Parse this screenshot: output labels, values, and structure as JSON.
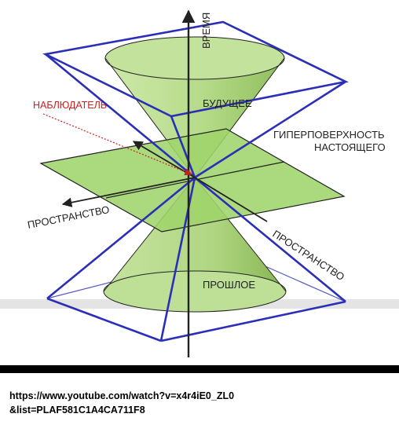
{
  "diagram": {
    "axis_label": "ВРЕМЯ",
    "labels": {
      "observer": "НАБЛЮДАТЕЛЬ",
      "future": "БУДУЩЕЕ",
      "hypersurface_line1": "ГИПЕРПОВЕРХНОСТЬ",
      "hypersurface_line2": "НАСТОЯЩЕГО",
      "space_left": "ПРОСТРАНСТВО",
      "space_right": "ПРОСТРАНСТВО",
      "past": "ПРОШЛОЕ"
    },
    "colors": {
      "cone_fill": "#b9de8e",
      "cone_dark": "#8fbd5c",
      "plane_fill": "#9fd46b",
      "frame": "#2b2fb8",
      "axis": "#222222",
      "observer_arrow": "#cc1f1f"
    }
  },
  "footer": {
    "url_line1": "https://www.youtube.com/watch?v=x4r4iE0_ZL0",
    "url_line2": "&list=PLAF581C1A4CA711F8"
  }
}
